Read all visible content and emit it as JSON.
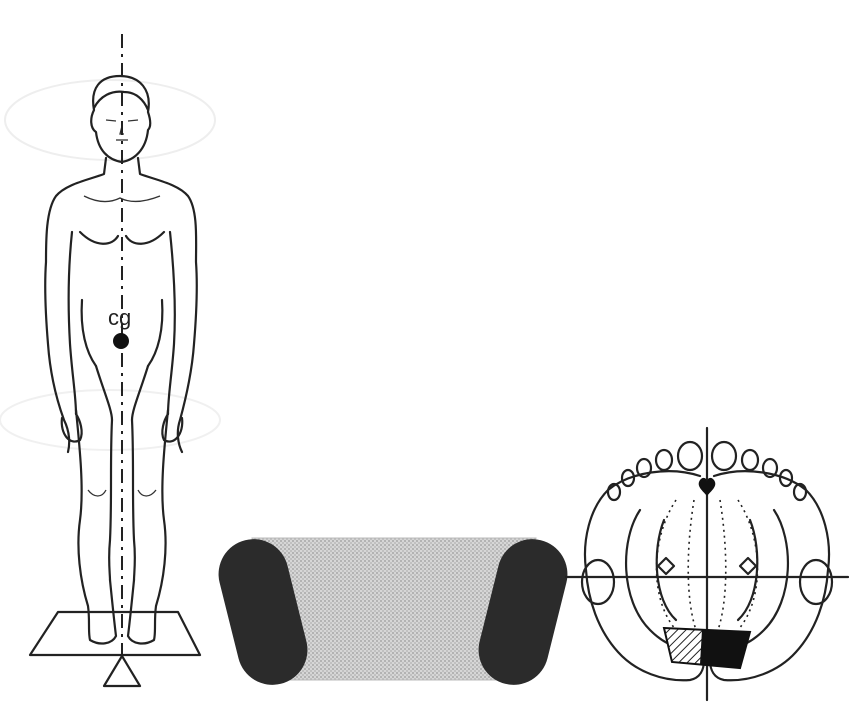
{
  "figure": {
    "cg_label": "cg",
    "panels": [
      {
        "name": "standing-figure"
      },
      {
        "name": "base-of-support"
      },
      {
        "name": "foot-outline"
      }
    ]
  },
  "colors": {
    "ink": "#222222",
    "foot_pad": "#2b2b2b",
    "support_area": "#c9c9c9",
    "background": "#ffffff"
  }
}
